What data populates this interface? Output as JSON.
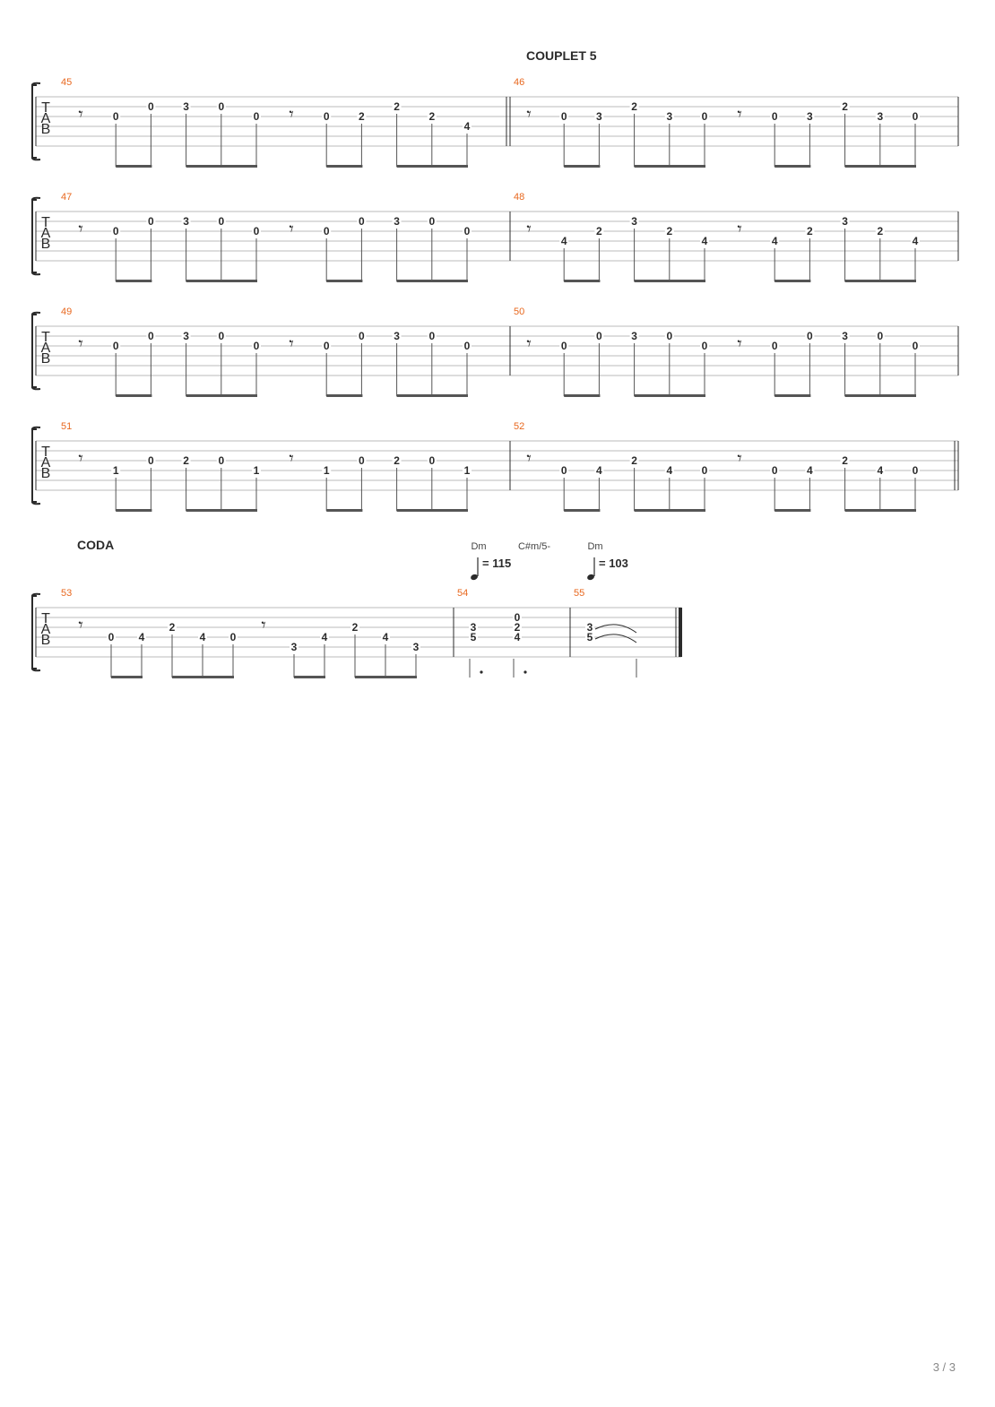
{
  "sections": {
    "couplet": "COUPLET 5",
    "coda": "CODA"
  },
  "tab_clef": [
    "T",
    "A",
    "B"
  ],
  "rest_glyph": "𝄾",
  "page_number": "3 / 3",
  "colors": {
    "measure_number": "#e8681f",
    "ink": "#2b2b2b",
    "staff_line": "#bbbbbb"
  },
  "tempo_marks": [
    {
      "chord": "Dm",
      "tempo": "= 115"
    },
    {
      "chord": "C#m/5-",
      "tempo": ""
    },
    {
      "chord": "Dm",
      "tempo": "= 103"
    }
  ],
  "systems": [
    {
      "measures": [
        {
          "number": "45",
          "notes": [
            {
              "rest": true
            },
            {
              "fret": "0",
              "string": 3
            },
            {
              "fret": "0",
              "string": 2
            },
            {
              "fret": "3",
              "string": 2
            },
            {
              "fret": "0",
              "string": 2
            },
            {
              "fret": "0",
              "string": 3
            },
            {
              "rest": true
            },
            {
              "fret": "0",
              "string": 3
            },
            {
              "fret": "2",
              "string": 3
            },
            {
              "fret": "2",
              "string": 2
            },
            {
              "fret": "2",
              "string": 3
            },
            {
              "fret": "4",
              "string": 4
            }
          ]
        },
        {
          "number": "46",
          "notes": [
            {
              "rest": true
            },
            {
              "fret": "0",
              "string": 3
            },
            {
              "fret": "3",
              "string": 3
            },
            {
              "fret": "2",
              "string": 2
            },
            {
              "fret": "3",
              "string": 3
            },
            {
              "fret": "0",
              "string": 3
            },
            {
              "rest": true
            },
            {
              "fret": "0",
              "string": 3
            },
            {
              "fret": "3",
              "string": 3
            },
            {
              "fret": "2",
              "string": 2
            },
            {
              "fret": "3",
              "string": 3
            },
            {
              "fret": "0",
              "string": 3
            }
          ]
        }
      ]
    },
    {
      "measures": [
        {
          "number": "47",
          "notes": [
            {
              "rest": true
            },
            {
              "fret": "0",
              "string": 3
            },
            {
              "fret": "0",
              "string": 2
            },
            {
              "fret": "3",
              "string": 2
            },
            {
              "fret": "0",
              "string": 2
            },
            {
              "fret": "0",
              "string": 3
            },
            {
              "rest": true
            },
            {
              "fret": "0",
              "string": 3
            },
            {
              "fret": "0",
              "string": 2
            },
            {
              "fret": "3",
              "string": 2
            },
            {
              "fret": "0",
              "string": 2
            },
            {
              "fret": "0",
              "string": 3
            }
          ]
        },
        {
          "number": "48",
          "notes": [
            {
              "rest": true
            },
            {
              "fret": "4",
              "string": 4
            },
            {
              "fret": "2",
              "string": 3
            },
            {
              "fret": "3",
              "string": 2
            },
            {
              "fret": "2",
              "string": 3
            },
            {
              "fret": "4",
              "string": 4
            },
            {
              "rest": true
            },
            {
              "fret": "4",
              "string": 4
            },
            {
              "fret": "2",
              "string": 3
            },
            {
              "fret": "3",
              "string": 2
            },
            {
              "fret": "2",
              "string": 3
            },
            {
              "fret": "4",
              "string": 4
            }
          ]
        }
      ]
    },
    {
      "measures": [
        {
          "number": "49",
          "notes": [
            {
              "rest": true
            },
            {
              "fret": "0",
              "string": 3
            },
            {
              "fret": "0",
              "string": 2
            },
            {
              "fret": "3",
              "string": 2
            },
            {
              "fret": "0",
              "string": 2
            },
            {
              "fret": "0",
              "string": 3
            },
            {
              "rest": true
            },
            {
              "fret": "0",
              "string": 3
            },
            {
              "fret": "0",
              "string": 2
            },
            {
              "fret": "3",
              "string": 2
            },
            {
              "fret": "0",
              "string": 2
            },
            {
              "fret": "0",
              "string": 3
            }
          ]
        },
        {
          "number": "50",
          "notes": [
            {
              "rest": true
            },
            {
              "fret": "0",
              "string": 3
            },
            {
              "fret": "0",
              "string": 2
            },
            {
              "fret": "3",
              "string": 2
            },
            {
              "fret": "0",
              "string": 2
            },
            {
              "fret": "0",
              "string": 3
            },
            {
              "rest": true
            },
            {
              "fret": "0",
              "string": 3
            },
            {
              "fret": "0",
              "string": 2
            },
            {
              "fret": "3",
              "string": 2
            },
            {
              "fret": "0",
              "string": 2
            },
            {
              "fret": "0",
              "string": 3
            }
          ]
        }
      ]
    },
    {
      "measures": [
        {
          "number": "51",
          "notes": [
            {
              "rest": true
            },
            {
              "fret": "1",
              "string": 4
            },
            {
              "fret": "0",
              "string": 3
            },
            {
              "fret": "2",
              "string": 3
            },
            {
              "fret": "0",
              "string": 3
            },
            {
              "fret": "1",
              "string": 4
            },
            {
              "rest": true
            },
            {
              "fret": "1",
              "string": 4
            },
            {
              "fret": "0",
              "string": 3
            },
            {
              "fret": "2",
              "string": 3
            },
            {
              "fret": "0",
              "string": 3
            },
            {
              "fret": "1",
              "string": 4
            }
          ]
        },
        {
          "number": "52",
          "notes": [
            {
              "rest": true
            },
            {
              "fret": "0",
              "string": 4
            },
            {
              "fret": "4",
              "string": 4
            },
            {
              "fret": "2",
              "string": 3
            },
            {
              "fret": "4",
              "string": 4
            },
            {
              "fret": "0",
              "string": 4
            },
            {
              "rest": true
            },
            {
              "fret": "0",
              "string": 4
            },
            {
              "fret": "4",
              "string": 4
            },
            {
              "fret": "2",
              "string": 3
            },
            {
              "fret": "4",
              "string": 4
            },
            {
              "fret": "0",
              "string": 4
            }
          ]
        }
      ]
    },
    {
      "measures": [
        {
          "number": "53",
          "notes": [
            {
              "rest": true
            },
            {
              "fret": "0",
              "string": 4
            },
            {
              "fret": "4",
              "string": 4
            },
            {
              "fret": "2",
              "string": 3
            },
            {
              "fret": "4",
              "string": 4
            },
            {
              "fret": "0",
              "string": 4
            },
            {
              "rest": true
            },
            {
              "fret": "3",
              "string": 5
            },
            {
              "fret": "4",
              "string": 4
            },
            {
              "fret": "2",
              "string": 3
            },
            {
              "fret": "4",
              "string": 4
            },
            {
              "fret": "3",
              "string": 5
            }
          ]
        },
        {
          "number": "54",
          "chords": [
            {
              "frets": [
                {
                  "fret": "3",
                  "string": 3
                },
                {
                  "fret": "5",
                  "string": 4
                }
              ]
            },
            {
              "frets": [
                {
                  "fret": "0",
                  "string": 2
                },
                {
                  "fret": "2",
                  "string": 3
                },
                {
                  "fret": "4",
                  "string": 4
                }
              ]
            }
          ]
        },
        {
          "number": "55",
          "chords": [
            {
              "frets": [
                {
                  "fret": "3",
                  "string": 3
                },
                {
                  "fret": "5",
                  "string": 4
                }
              ],
              "tied": true
            }
          ]
        }
      ]
    }
  ]
}
